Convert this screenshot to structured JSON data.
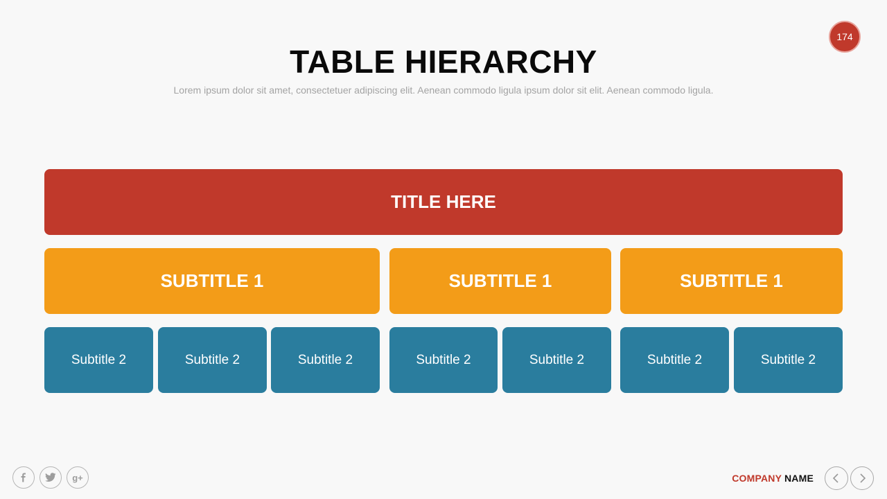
{
  "page_number": "174",
  "title": "TABLE HIERARCHY",
  "subtitle": "Lorem ipsum dolor sit amet, consectetuer adipiscing elit. Aenean commodo ligula ipsum dolor sit elit. Aenean commodo ligula.",
  "hierarchy": {
    "level1": "TITLE HERE",
    "level2": [
      "SUBTITLE 1",
      "SUBTITLE 1",
      "SUBTITLE 1"
    ],
    "level3": [
      "Subtitle 2",
      "Subtitle 2",
      "Subtitle 2",
      "Subtitle 2",
      "Subtitle 2",
      "Subtitle 2",
      "Subtitle 2"
    ]
  },
  "colors": {
    "level1": "#c0392b",
    "level2": "#f39c18",
    "level3": "#2a7d9e",
    "accent": "#c0392b"
  },
  "footer": {
    "social_icons": [
      "facebook-icon",
      "twitter-icon",
      "google-plus-icon"
    ],
    "company_part1": "COMPANY",
    "company_part2": "NAME",
    "nav_icons": [
      "chevron-left-icon",
      "chevron-right-icon"
    ]
  }
}
